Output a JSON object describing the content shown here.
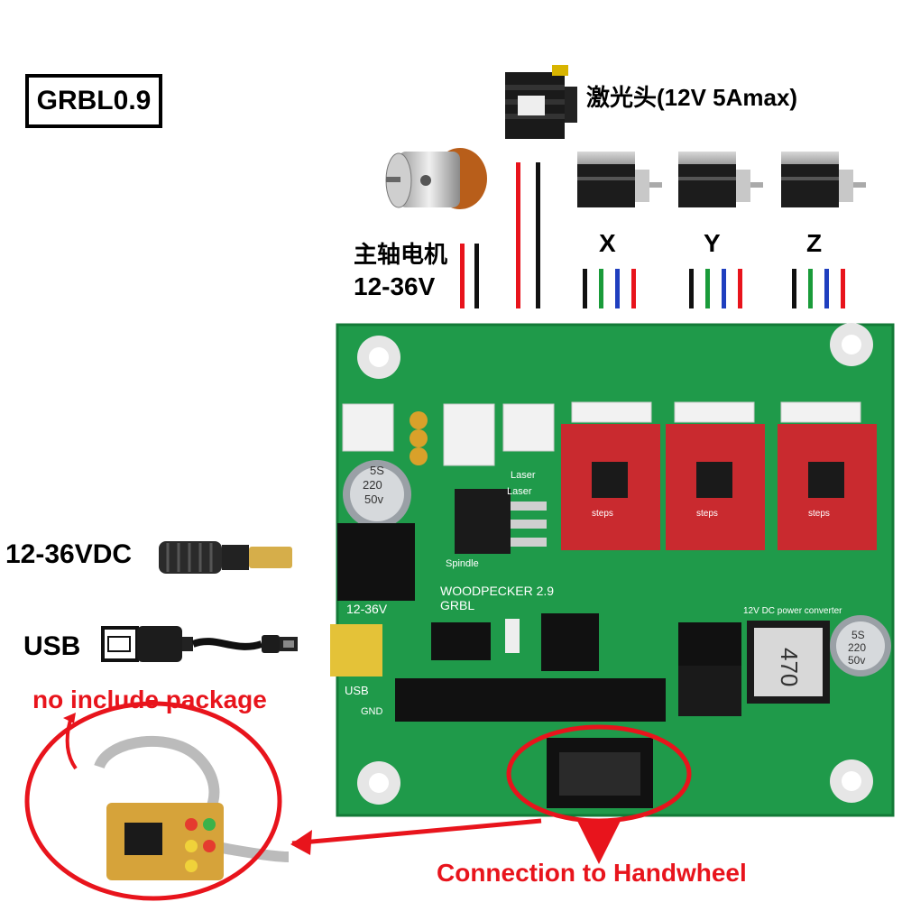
{
  "labels": {
    "grbl_version": "GRBL0.9",
    "laser_head": "激光头(12V 5Amax)",
    "spindle_motor": "主轴电机",
    "spindle_voltage": "12-36V",
    "axis_x": "X",
    "axis_y": "Y",
    "axis_z": "Z",
    "dc_input": "12-36VDC",
    "usb": "USB",
    "no_include": "no include package",
    "handwheel": "Connection to Handwheel"
  },
  "board": {
    "name": "WOODPECKER 2.9",
    "firmware": "GRBL",
    "power_in": "12-36V",
    "usb_silk": "USB",
    "gnd_silk": "GND",
    "spindle_silk": "Spindle",
    "laser_silk": "Laser",
    "laser_silk2": "Laser",
    "converter_silk": "12V DC power converter",
    "cap_left": [
      "5S",
      "220",
      "50v"
    ],
    "cap_right": [
      "5S",
      "220",
      "50v"
    ],
    "inductor": "470",
    "driver_silk": "steps"
  },
  "colors": {
    "pcb": "#1f9a4a",
    "driver": "#c92a2f",
    "label_red": "#e8141c"
  }
}
